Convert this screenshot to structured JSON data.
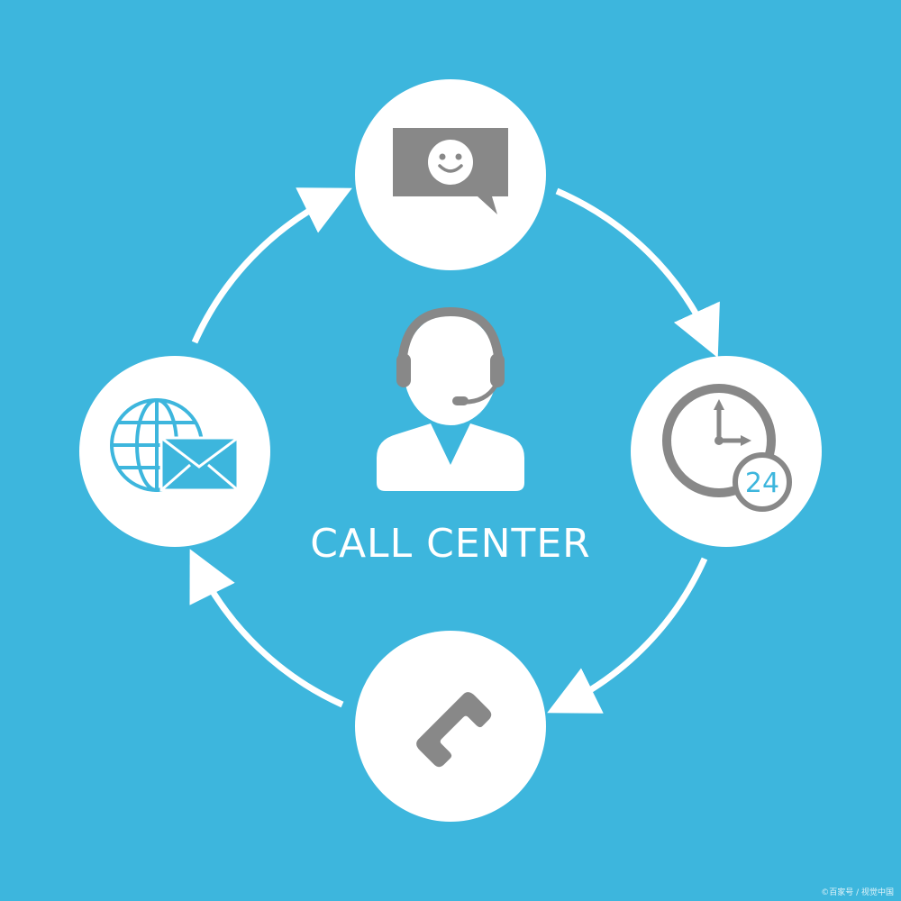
{
  "title": "CALL CENTER",
  "watermark": "©百家号 / 视觉中国",
  "clock_badge": "24",
  "colors": {
    "background": "#3db6dd",
    "circle": "#ffffff",
    "icon_gray": "#888888",
    "icon_blue": "#3db6dd",
    "arrow": "#ffffff"
  },
  "icons": {
    "top": "chat-smiley-icon",
    "right": "clock-24-icon",
    "bottom": "phone-handset-icon",
    "left": "globe-mail-icon",
    "center": "headset-agent-icon"
  }
}
